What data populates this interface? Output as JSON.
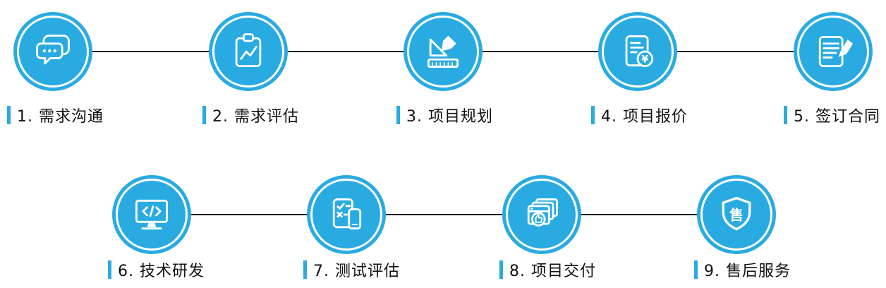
{
  "diagram_title": "project-workflow-process",
  "colors": {
    "accent": "#29ABE2",
    "connector": "#1a1a1a",
    "text": "#111111"
  },
  "rows": [
    {
      "step_count": 5
    },
    {
      "step_count": 4
    }
  ],
  "steps": [
    {
      "text": "1. 需求沟通",
      "icon": "chat-bubbles-icon"
    },
    {
      "text": "2. 需求评估",
      "icon": "clipboard-chart-icon"
    },
    {
      "text": "3. 项目规划",
      "icon": "ruler-pencil-icon"
    },
    {
      "text": "4. 项目报价",
      "icon": "price-document-icon"
    },
    {
      "text": "5. 签订合同",
      "icon": "contract-signing-icon"
    },
    {
      "text": "6. 技术研发",
      "icon": "monitor-code-icon"
    },
    {
      "text": "7. 测试评估",
      "icon": "device-testing-icon"
    },
    {
      "text": "8. 项目交付",
      "icon": "delivery-windows-icon"
    },
    {
      "text": "9. 售后服务",
      "icon": "shield-service-icon"
    }
  ],
  "icon_texts": {
    "currency": "¥",
    "aftersale": "售"
  }
}
